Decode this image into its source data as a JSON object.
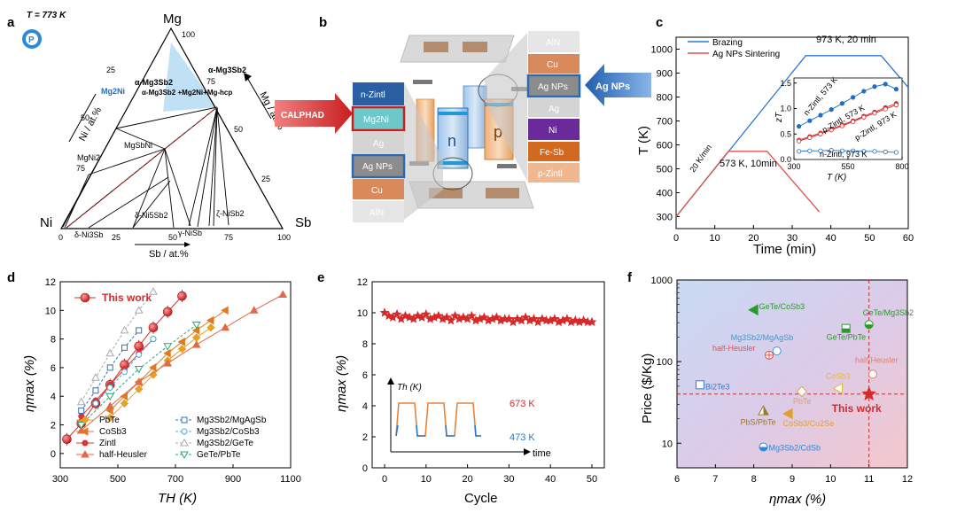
{
  "figure": {
    "a": "a",
    "b": "b",
    "c": "c",
    "d": "d",
    "e": "e",
    "f": "f"
  },
  "panel_a": {
    "temperature": "T = 773 K",
    "corners": {
      "top": "Mg",
      "left": "Ni",
      "right": "Sb"
    },
    "axes": {
      "left": "Ni / at.%",
      "right": "Mg / at.%",
      "bottom": "Sb / at.%"
    },
    "ticks": {
      "bottom": [
        "0",
        "25",
        "50",
        "75",
        "100"
      ],
      "left": [
        "25",
        "50",
        "75"
      ],
      "right": [
        "25",
        "50",
        "75"
      ],
      "top": "100"
    },
    "phases": {
      "alpha_region": "α-Mg3Sb2\n+Mg2Ni+Mg-hcp",
      "alpha_mg3sb2": "α-Mg3Sb2",
      "mg2ni": "Mg2Ni",
      "mgsbni": "MgSbNi",
      "mgni2": "MgNi2",
      "delta_ni5sb2": "δ-Ni5Sb2",
      "delta_ni3sb": "δ-Ni3Sb",
      "gamma_nisb": "γ-NiSb",
      "zeta_nisb2": "ζ-NiSb2"
    }
  },
  "panel_b": {
    "left_stack": [
      "n-Zintl",
      "Mg2Ni",
      "Ag",
      "Ag NPs",
      "Cu",
      "AlN"
    ],
    "right_stack": [
      "AlN",
      "Cu",
      "Ag NPs",
      "Ag",
      "Ni",
      "Fe-Sb",
      "p-Zintl"
    ],
    "leg_n": "n",
    "leg_p": "p",
    "calphad": "CALPHAD",
    "ag_nps": "Ag NPs"
  },
  "chart_data": [
    {
      "panel": "c",
      "type": "line",
      "xlabel": "Time (min)",
      "ylabel": "T (K)",
      "xlim": [
        0,
        60
      ],
      "ylim": [
        250,
        1050
      ],
      "xticks": [
        0,
        10,
        20,
        30,
        40,
        50,
        60
      ],
      "yticks": [
        300,
        400,
        500,
        600,
        700,
        800,
        900,
        1000
      ],
      "series": [
        {
          "name": "Brazing",
          "color": "#2a7ad0",
          "x": [
            0,
            33.5,
            53,
            60
          ],
          "y": [
            300,
            973,
            973,
            840
          ]
        },
        {
          "name": "Ag NPs Sintering",
          "color": "#e0504a",
          "x": [
            0,
            13.5,
            23.5,
            37
          ],
          "y": [
            300,
            573,
            573,
            320
          ]
        }
      ],
      "annotations": [
        "973 K, 20 min",
        "573 K, 10min",
        "20 K/min"
      ],
      "inset": {
        "type": "line",
        "xlabel": "T (K)",
        "ylabel": "zT",
        "xlim": [
          300,
          800
        ],
        "ylim": [
          0,
          1.6
        ],
        "xticks": [
          300,
          550,
          800
        ],
        "yticks": [
          0.0,
          0.5,
          1.0,
          1.5
        ],
        "series": [
          {
            "name": "n-Zintl, 573 K",
            "color": "#1f6fbf",
            "filled": true,
            "x": [
              323,
              373,
              423,
              473,
              523,
              573,
              623,
              673,
              723,
              773
            ],
            "y": [
              0.65,
              0.76,
              0.87,
              0.98,
              1.1,
              1.22,
              1.34,
              1.43,
              1.48,
              1.38
            ]
          },
          {
            "name": "p-Zintl, 573 K",
            "color": "#d42a2a",
            "filled": true,
            "x": [
              323,
              373,
              423,
              473,
              523,
              573,
              623,
              673,
              723,
              773
            ],
            "y": [
              0.38,
              0.45,
              0.52,
              0.6,
              0.68,
              0.76,
              0.85,
              0.93,
              1.02,
              1.1
            ]
          },
          {
            "name": "p-Zintl, 973 K",
            "color": "#d42a2a",
            "filled": false,
            "x": [
              323,
              373,
              423,
              473,
              523,
              573,
              623,
              673,
              723,
              773
            ],
            "y": [
              0.36,
              0.43,
              0.5,
              0.58,
              0.66,
              0.74,
              0.83,
              0.91,
              0.99,
              1.07
            ]
          },
          {
            "name": "n-Zintl, 973 K",
            "color": "#1f6fbf",
            "filled": false,
            "x": [
              323,
              373,
              423,
              473,
              523,
              573,
              623,
              673,
              723,
              773
            ],
            "y": [
              0.16,
              0.17,
              0.17,
              0.18,
              0.17,
              0.17,
              0.16,
              0.16,
              0.15,
              0.14
            ]
          }
        ]
      }
    },
    {
      "panel": "d",
      "type": "line",
      "xlabel": "TH (K)",
      "ylabel": "ηmax (%)",
      "xlim": [
        300,
        1100
      ],
      "ylim": [
        -1,
        12
      ],
      "xticks": [
        300,
        500,
        700,
        900,
        1100
      ],
      "yticks": [
        0,
        2,
        4,
        6,
        8,
        10,
        12
      ],
      "series": [
        {
          "name": "This work",
          "color": "#d42a2a",
          "marker": "big-ball",
          "x": [
            323,
            373,
            423,
            473,
            523,
            573,
            623,
            673,
            723
          ],
          "y": [
            1.0,
            2.1,
            3.5,
            4.8,
            6.2,
            7.5,
            8.8,
            9.9,
            11.0
          ]
        },
        {
          "name": "PbTe",
          "color": "#e8a020",
          "marker": "diamond",
          "x": [
            473,
            523,
            573,
            623,
            673,
            723,
            773,
            823
          ],
          "y": [
            2.5,
            3.5,
            4.5,
            5.5,
            6.5,
            7.3,
            8.1,
            8.8
          ]
        },
        {
          "name": "CoSb3",
          "color": "#e07a22",
          "marker": "left-tri",
          "x": [
            473,
            523,
            573,
            623,
            673,
            723,
            773,
            823,
            873
          ],
          "y": [
            3.0,
            4.0,
            5.0,
            6.0,
            7.0,
            7.8,
            8.6,
            9.3,
            10.0
          ]
        },
        {
          "name": "Zintl",
          "color": "#e03232",
          "marker": "circle",
          "x": [
            373,
            423,
            473,
            523,
            573,
            623
          ],
          "y": [
            2.6,
            3.7,
            4.8,
            5.9,
            7.0,
            8.0
          ]
        },
        {
          "name": "half-Heusler",
          "color": "#e06a4a",
          "marker": "up-tri",
          "x": [
            373,
            473,
            573,
            673,
            773,
            873,
            973,
            1073
          ],
          "y": [
            1.6,
            3.3,
            5.0,
            6.3,
            7.6,
            8.8,
            10.0,
            11.1
          ]
        },
        {
          "name": "Mg3Sb2/MgAgSb",
          "color": "#3070c0",
          "marker": "open-square",
          "x": [
            373,
            423,
            473,
            523,
            573
          ],
          "y": [
            3.0,
            4.4,
            6.0,
            7.4,
            8.6
          ]
        },
        {
          "name": "Mg3Sb2/CoSb3",
          "color": "#40b0e0",
          "marker": "open-circle",
          "x": [
            423,
            473,
            523,
            573,
            623
          ],
          "y": [
            3.5,
            4.6,
            5.7,
            6.9,
            8.0
          ]
        },
        {
          "name": "Mg3Sb2/GeTe",
          "color": "#aaaaaa",
          "marker": "open-up-tri",
          "x": [
            373,
            423,
            473,
            523,
            573,
            623
          ],
          "y": [
            3.6,
            5.3,
            7.0,
            8.6,
            10.0,
            11.3
          ]
        },
        {
          "name": "GeTe/PbTe",
          "color": "#2aa87a",
          "marker": "open-down-tri",
          "x": [
            373,
            473,
            573,
            673,
            773
          ],
          "y": [
            2.0,
            4.0,
            5.9,
            7.5,
            9.0
          ]
        }
      ]
    },
    {
      "panel": "e",
      "type": "scatter",
      "xlabel": "Cycle",
      "ylabel": "ηmax (%)",
      "xlim": [
        -3,
        53
      ],
      "ylim": [
        0,
        12
      ],
      "xticks": [
        0,
        10,
        20,
        30,
        40,
        50
      ],
      "yticks": [
        0,
        2,
        4,
        6,
        8,
        10,
        12
      ],
      "series": [
        {
          "name": "cycle",
          "color": "#d42a2a",
          "marker": "star",
          "x": [
            0,
            1,
            2,
            3,
            4,
            5,
            6,
            7,
            8,
            9,
            10,
            11,
            12,
            13,
            14,
            15,
            16,
            17,
            18,
            19,
            20,
            21,
            22,
            23,
            24,
            25,
            26,
            27,
            28,
            29,
            30,
            31,
            32,
            33,
            34,
            35,
            36,
            37,
            38,
            39,
            40,
            41,
            42,
            43,
            44,
            45,
            46,
            47,
            48,
            49,
            50
          ],
          "y": [
            10.0,
            9.8,
            9.7,
            9.9,
            9.6,
            9.8,
            9.7,
            9.6,
            9.8,
            9.7,
            9.9,
            9.6,
            9.7,
            9.8,
            9.6,
            9.7,
            9.5,
            9.8,
            9.6,
            9.7,
            9.6,
            9.8,
            9.5,
            9.6,
            9.7,
            9.5,
            9.6,
            9.7,
            9.5,
            9.6,
            9.6,
            9.4,
            9.6,
            9.5,
            9.7,
            9.5,
            9.6,
            9.4,
            9.6,
            9.5,
            9.5,
            9.6,
            9.4,
            9.5,
            9.6,
            9.4,
            9.5,
            9.4,
            9.5,
            9.4,
            9.4
          ]
        }
      ],
      "inset": {
        "ylabel": "Th (K)",
        "xlabel": "time",
        "high": "673 K",
        "low": "473 K"
      }
    },
    {
      "panel": "f",
      "type": "scatter",
      "xlabel": "ηmax (%)",
      "ylabel": "Price ($/Kg)",
      "xlim": [
        6,
        12
      ],
      "ylim": [
        5,
        1000
      ],
      "log_y": true,
      "xticks": [
        6,
        7,
        8,
        9,
        10,
        11,
        12
      ],
      "yticks": [
        10,
        100,
        1000
      ],
      "points": [
        {
          "name": "GeTe/CoSb3",
          "x": 8.0,
          "y": 430,
          "color": "#2a9a2a",
          "marker": "left-tri"
        },
        {
          "name": "GeTe/Mg3Sb2",
          "x": 11.0,
          "y": 285,
          "color": "#2a9a2a",
          "marker": "half-circle"
        },
        {
          "name": "GeTe/PbTe",
          "x": 10.4,
          "y": 255,
          "color": "#2a9a2a",
          "marker": "half-square"
        },
        {
          "name": "Mg3Sb2/MgAgSb",
          "x": 8.6,
          "y": 135,
          "color": "#3a9ad8",
          "marker": "open-circle"
        },
        {
          "name": "half-Heusler",
          "x": 8.4,
          "y": 120,
          "color": "#e05050",
          "marker": "crossed-circle"
        },
        {
          "name": "half-Heusler",
          "x": 11.1,
          "y": 70,
          "color": "#e08070",
          "marker": "open-circle"
        },
        {
          "name": "Bi2Te3",
          "x": 6.6,
          "y": 52,
          "color": "#3a78d0",
          "marker": "open-square"
        },
        {
          "name": "CoSb3",
          "x": 10.2,
          "y": 47,
          "color": "#e8b840",
          "marker": "open-left-tri"
        },
        {
          "name": "PbTe",
          "x": 9.25,
          "y": 43,
          "color": "#e0a060",
          "marker": "open-diamond"
        },
        {
          "name": "This work",
          "x": 11.0,
          "y": 40,
          "color": "#d42a2a",
          "marker": "star"
        },
        {
          "name": "PbS/PbTe",
          "x": 8.25,
          "y": 25,
          "color": "#9a7a2a",
          "marker": "half-up-tri"
        },
        {
          "name": "CoSb3/Cu2Se",
          "x": 8.9,
          "y": 23,
          "color": "#e0a030",
          "marker": "left-tri"
        },
        {
          "name": "Mg3Sb2/CdSb",
          "x": 8.25,
          "y": 9,
          "color": "#2a8ad8",
          "marker": "half-circle"
        }
      ],
      "reference_lines": {
        "x": 11.0,
        "y": 40
      }
    }
  ],
  "labels": {
    "c_legend": [
      "Brazing",
      "Ag NPs Sintering"
    ],
    "d_legend_title": "This work",
    "d_legend_left": [
      "PbTe",
      "CoSb3",
      "Zintl",
      "half-Heusler"
    ],
    "d_legend_right": [
      "Mg3Sb2/MgAgSb",
      "Mg3Sb2/CoSb3",
      "Mg3Sb2/GeTe",
      "GeTe/PbTe"
    ]
  }
}
